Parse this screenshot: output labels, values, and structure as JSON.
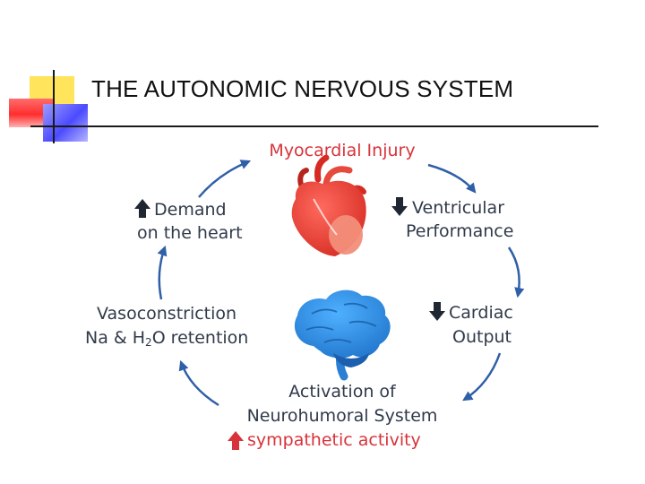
{
  "slide": {
    "title": "THE AUTONOMIC NERVOUS SYSTEM"
  },
  "diagram": {
    "nodes": {
      "injury": "Myocardial Injury",
      "ventricular": [
        "Ventricular",
        "Performance"
      ],
      "cardiac": [
        "Cardiac",
        "Output"
      ],
      "activation": [
        "Activation of",
        "Neurohumoral System"
      ],
      "sympathetic": "sympathetic activity",
      "vaso_line1": "Vasoconstriction",
      "vaso_line2_parts": [
        "Na & H",
        "2",
        "O retention"
      ],
      "demand": [
        "Demand",
        "on the heart"
      ]
    },
    "icons": [
      "heart-icon",
      "brain-icon"
    ],
    "colors": {
      "label_text": "#303a4a",
      "accent_red": "#d8333a",
      "cycle_arrow": "#2f5fa8",
      "heart": "#e63b32",
      "brain": "#2a7fd4"
    }
  }
}
